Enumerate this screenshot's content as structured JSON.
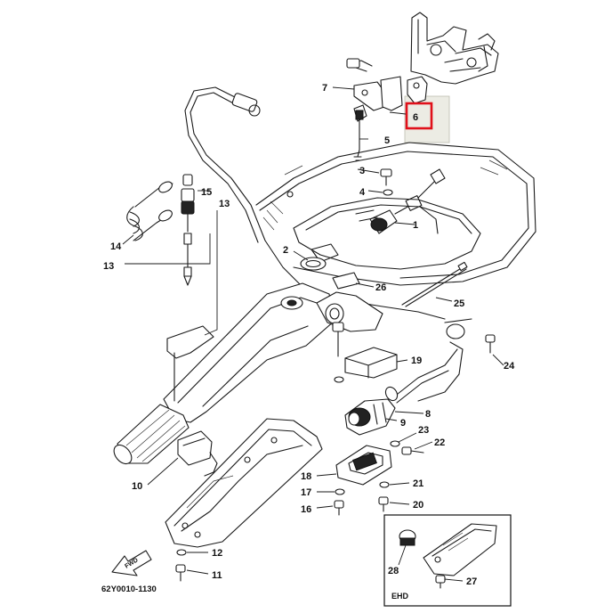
{
  "diagram": {
    "callouts": {
      "c1": "1",
      "c2": "2",
      "c3": "3",
      "c4": "4",
      "c5": "5",
      "c6": "6",
      "c7": "7",
      "c8": "8",
      "c9": "9",
      "c10": "10",
      "c11": "11",
      "c12": "12",
      "c13a": "13",
      "c13b": "13",
      "c14": "14",
      "c15": "15",
      "c16": "16",
      "c17": "17",
      "c18": "18",
      "c19": "19",
      "c20": "20",
      "c21": "21",
      "c22": "22",
      "c23": "23",
      "c24": "24",
      "c25": "25",
      "c26": "26",
      "c27": "27",
      "c28": "28"
    },
    "inset_label": "EHD",
    "direction_label": "FWD",
    "drawing_code": "62Y0010-1130",
    "highlight": {
      "part": "6",
      "color": "#e0101a",
      "bg": "#ecece4"
    }
  }
}
